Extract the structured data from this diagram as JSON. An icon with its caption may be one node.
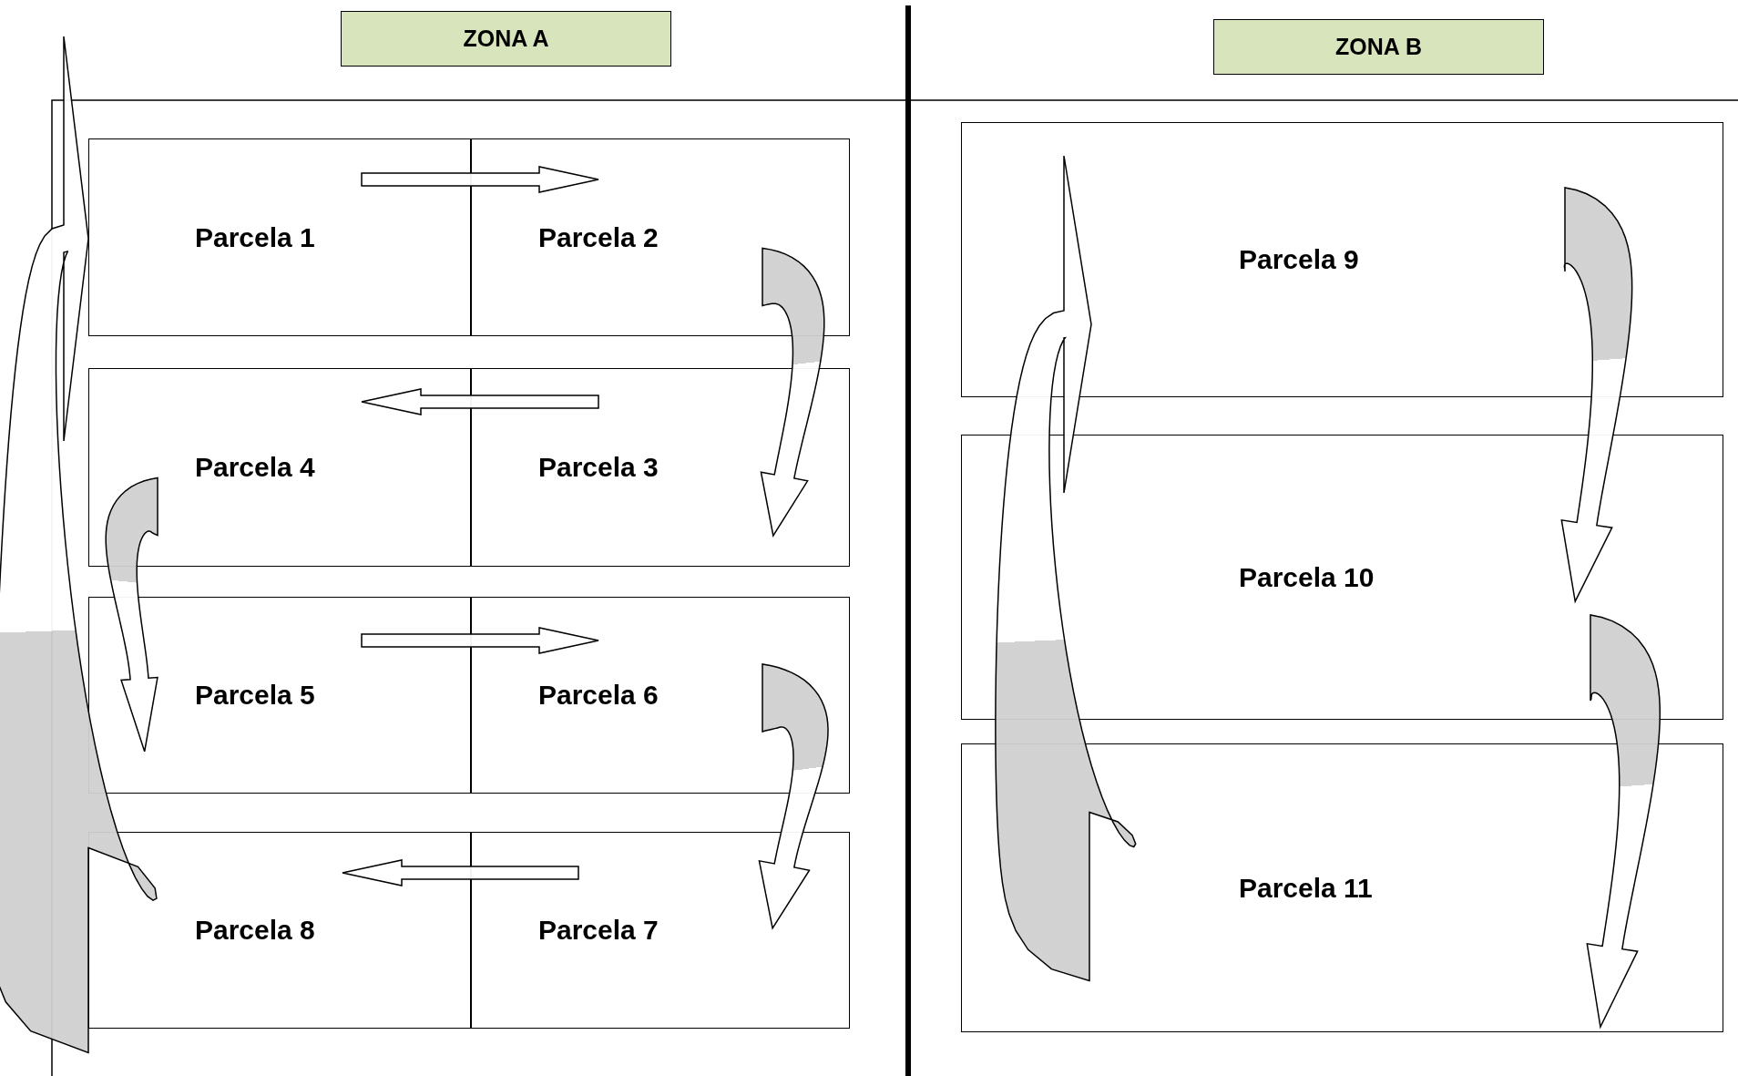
{
  "diagram": {
    "nodes": [
      {
        "text": [
          "ZONA A"
        ]
      },
      {
        "text": [
          "ZONA B"
        ]
      },
      {
        "text": [
          "Parcela 1"
        ]
      },
      {
        "text": [
          "Parcela 2"
        ]
      },
      {
        "text": [
          "Parcela 3"
        ]
      },
      {
        "text": [
          "Parcela 4"
        ]
      },
      {
        "text": [
          "Parcela 5"
        ]
      },
      {
        "text": [
          "Parcela 6"
        ]
      },
      {
        "text": [
          "Parcela 7"
        ]
      },
      {
        "text": [
          "Parcela 8"
        ]
      },
      {
        "text": [
          "Parcela 9"
        ]
      },
      {
        "text": [
          "Parcela 10"
        ]
      },
      {
        "text": [
          "Parcela 11"
        ]
      }
    ],
    "edges": [
      {
        "from": 2,
        "to": 3,
        "arrow": "to"
      },
      {
        "from": 3,
        "to": 4,
        "arrow": "to"
      },
      {
        "from": 4,
        "to": 5,
        "arrow": "to"
      },
      {
        "from": 5,
        "to": 6,
        "arrow": "to"
      },
      {
        "from": 6,
        "to": 7,
        "arrow": "to"
      },
      {
        "from": 7,
        "to": 8,
        "arrow": "to"
      },
      {
        "from": 8,
        "to": 9,
        "arrow": "to"
      },
      {
        "from": 9,
        "to": 2,
        "arrow": "to"
      },
      {
        "from": 10,
        "to": 11,
        "arrow": "to"
      },
      {
        "from": 11,
        "to": 12,
        "arrow": "to"
      },
      {
        "from": 12,
        "to": 10,
        "arrow": "to"
      }
    ]
  }
}
